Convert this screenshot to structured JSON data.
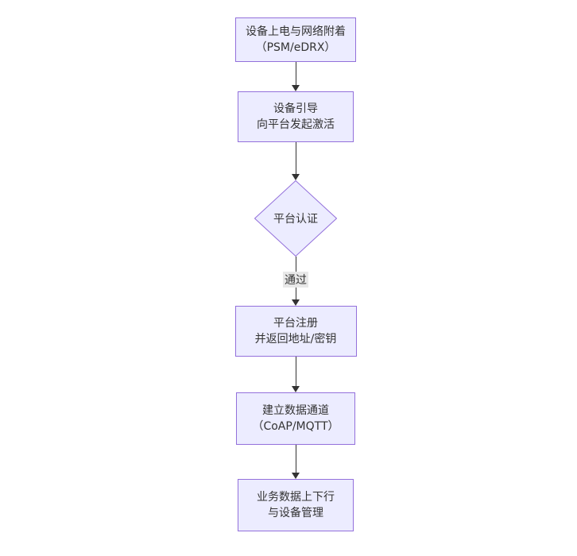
{
  "diagram": {
    "type": "flowchart",
    "direction": "top-down",
    "colors": {
      "node_fill": "#ECECFF",
      "node_border": "#9370DB",
      "text": "#333333",
      "edge_line": "#333333",
      "edge_label_bg": "#e8e8e8",
      "background": "#ffffff"
    },
    "nodes": [
      {
        "id": "A",
        "shape": "rect",
        "lines": [
          "设备上电与网络附着",
          "（PSM/eDRX）"
        ]
      },
      {
        "id": "B",
        "shape": "rect",
        "lines": [
          "设备引导",
          "向平台发起激活"
        ]
      },
      {
        "id": "C",
        "shape": "diamond",
        "lines": [
          "平台认证"
        ]
      },
      {
        "id": "D",
        "shape": "rect",
        "lines": [
          "平台注册",
          "并返回地址/密钥"
        ]
      },
      {
        "id": "E",
        "shape": "rect",
        "lines": [
          "建立数据通道",
          "（CoAP/MQTT）"
        ]
      },
      {
        "id": "F",
        "shape": "rect",
        "lines": [
          "业务数据上下行",
          "与设备管理"
        ]
      }
    ],
    "edges": [
      {
        "from": "A",
        "to": "B",
        "label": ""
      },
      {
        "from": "B",
        "to": "C",
        "label": ""
      },
      {
        "from": "C",
        "to": "D",
        "label": "通过"
      },
      {
        "from": "D",
        "to": "E",
        "label": ""
      },
      {
        "from": "E",
        "to": "F",
        "label": ""
      }
    ]
  }
}
